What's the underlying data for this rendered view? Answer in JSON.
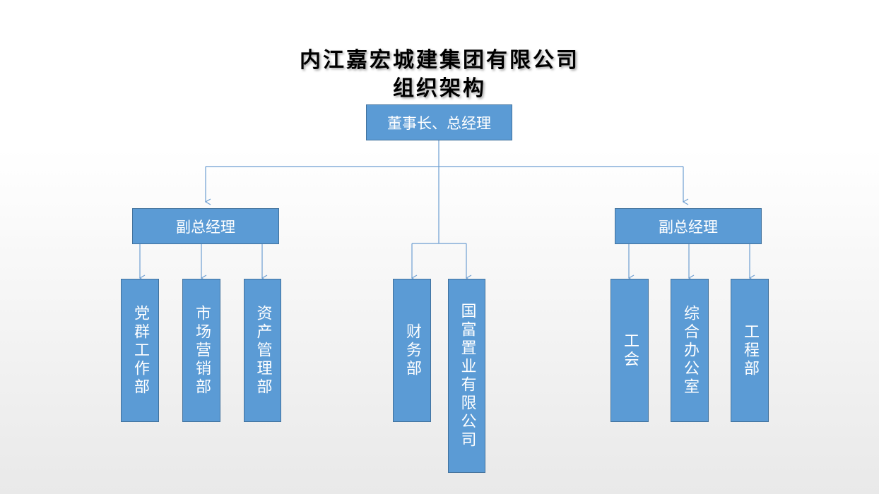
{
  "title": {
    "line1": "内江嘉宏城建集团有限公司",
    "line2": "组织架构"
  },
  "nodes": {
    "chairman": "董事长、总经理",
    "vp_left": "副总经理",
    "vp_right": "副总经理",
    "dept_party": "党群工作部",
    "dept_market": "市场营销部",
    "dept_asset": "资产管理部",
    "dept_finance": "财务部",
    "dept_fufu": "国富置业有限公司",
    "dept_union": "工会",
    "dept_office": "综合办公室",
    "dept_engineering": "工程部"
  },
  "colors": {
    "box_fill": "#5b9bd5",
    "box_border": "#41719c",
    "connector": "#6e9fd2"
  }
}
